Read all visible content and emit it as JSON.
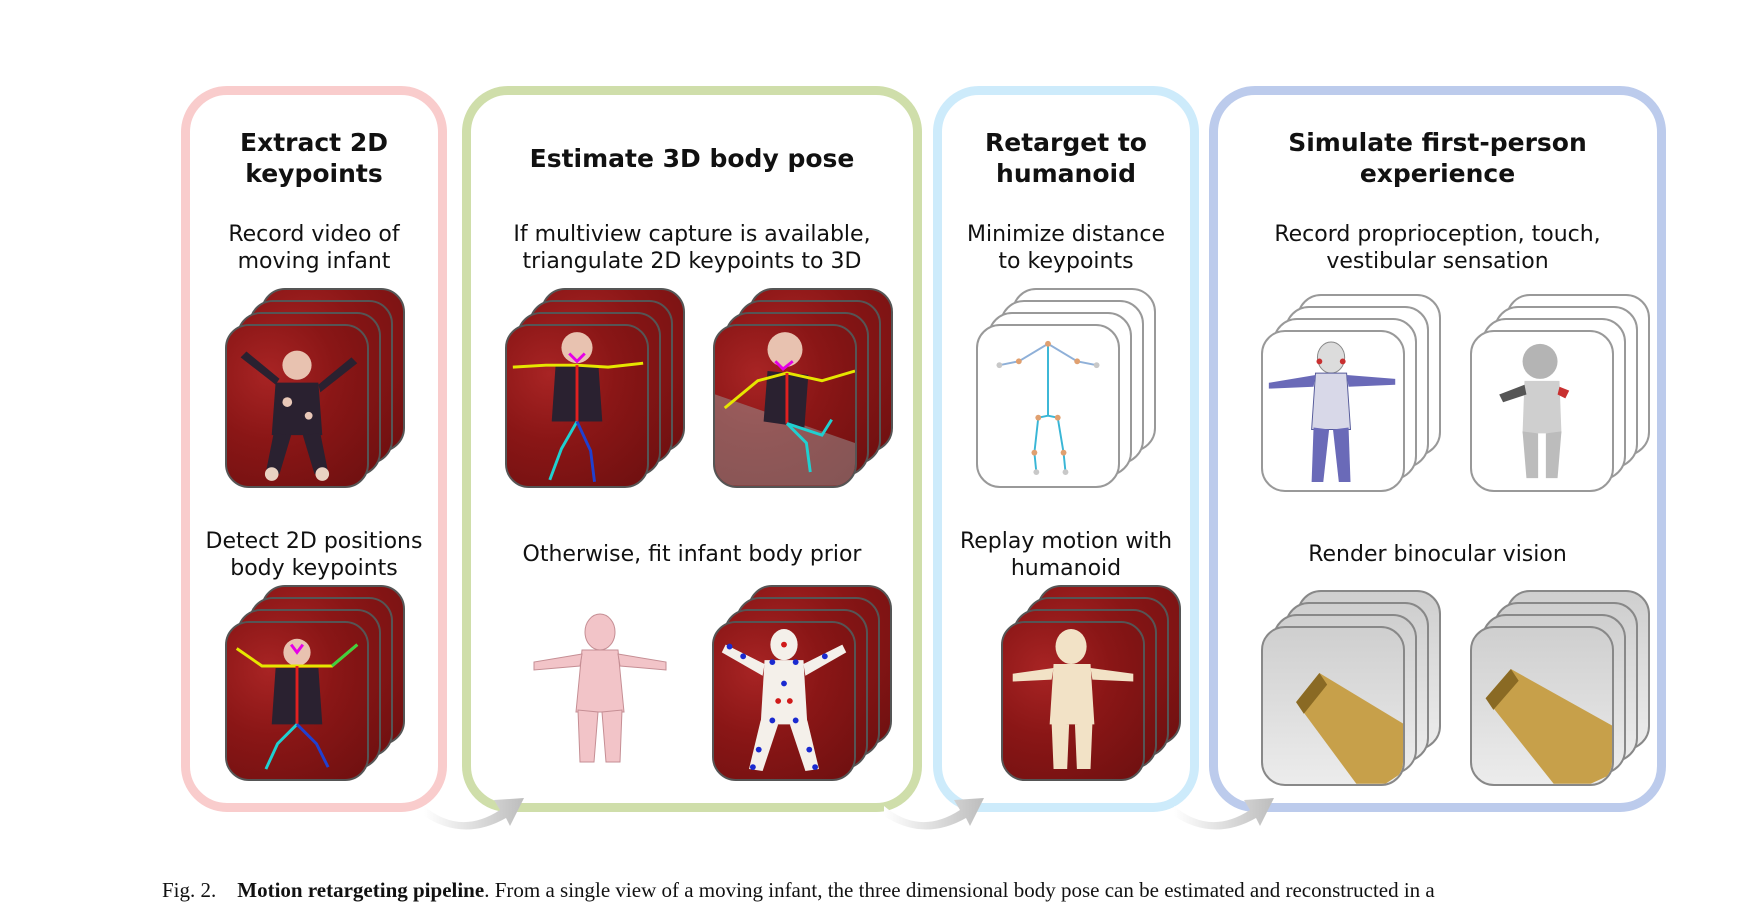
{
  "panels": [
    {
      "title": "Extract 2D\nkeypoints",
      "sub1": "Record video of\nmoving infant",
      "sub2": "Detect 2D positions\nbody keypoints",
      "color": "#f9cccc"
    },
    {
      "title": "Estimate 3D body pose",
      "sub1": "If multiview capture is available,\ntriangulate 2D keypoints to 3D",
      "sub2": "Otherwise, fit infant body prior",
      "color": "#cfdeaa"
    },
    {
      "title": "Retarget to\nhumanoid",
      "sub1": "Minimize distance\nto keypoints",
      "sub2": "Replay motion with\nhumanoid",
      "color": "#cdebfb"
    },
    {
      "title": "Simulate first-person\nexperience",
      "sub1": "Record proprioception, touch,\nvestibular sensation",
      "sub2": "Render binocular vision",
      "color": "#bccbec"
    }
  ],
  "caption": {
    "prefix": "Fig. 2.",
    "bold": "Motion retargeting pipeline",
    "text": ". From a single view of a moving infant, the three dimensional body pose can be estimated and reconstructed in a"
  },
  "colors": {
    "card_red": "#8e1a1a",
    "arrow_grey": "#c8c8c8"
  }
}
